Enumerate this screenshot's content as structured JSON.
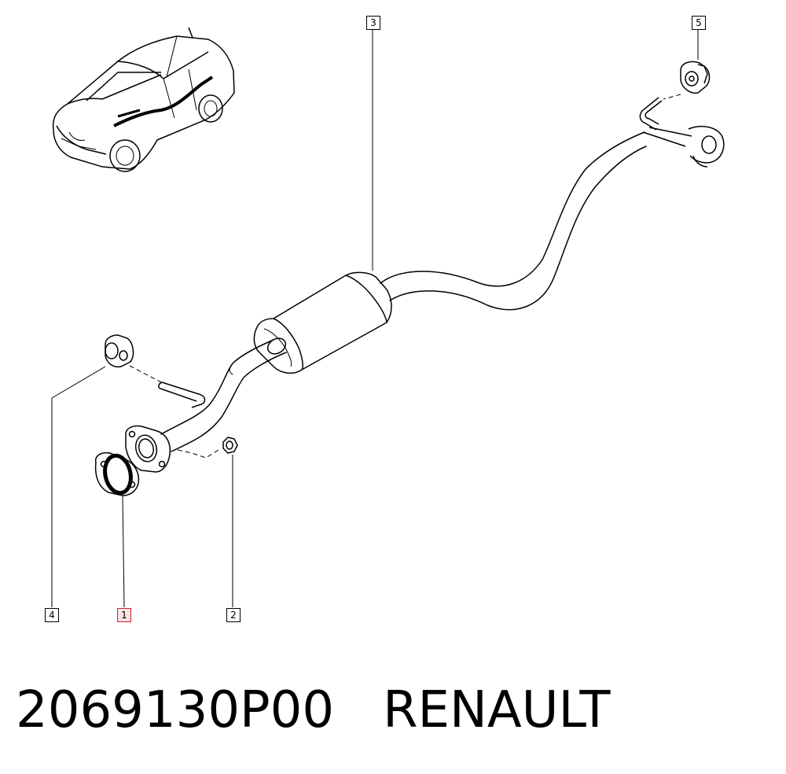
{
  "callouts": [
    {
      "id": "1",
      "label": "1",
      "highlighted": true
    },
    {
      "id": "2",
      "label": "2",
      "highlighted": false
    },
    {
      "id": "3",
      "label": "3",
      "highlighted": false
    },
    {
      "id": "4",
      "label": "4",
      "highlighted": false
    },
    {
      "id": "5",
      "label": "5",
      "highlighted": false
    }
  ],
  "caption": {
    "part_number": "2069130P00",
    "brand": "RENAULT"
  },
  "colors": {
    "line": "#000000",
    "highlight_border": "#d0202a",
    "highlight_fill": "#fbe3e5"
  }
}
